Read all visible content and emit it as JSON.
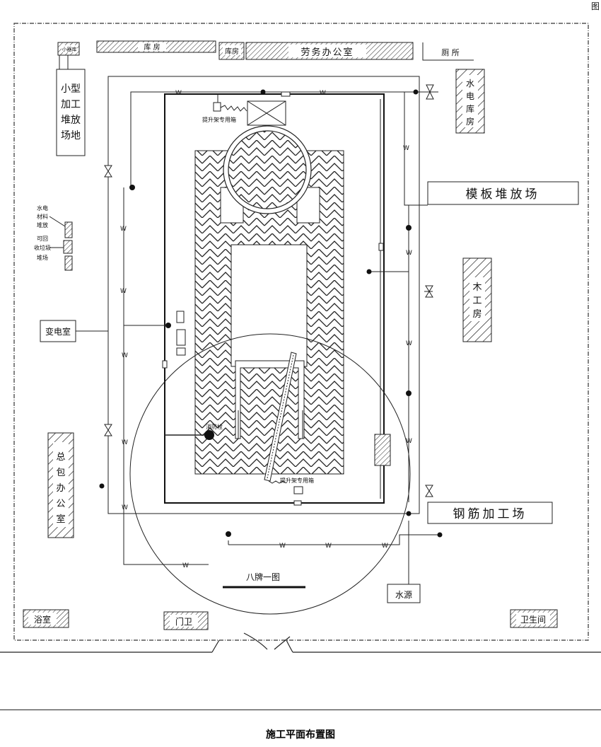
{
  "corner_mark": "图",
  "caption": "施工平面布置图",
  "rooms": {
    "small_storage": "小器库",
    "warehouse_top": "库 房",
    "warehouse_small": "库房",
    "labor_office": "劳务办公室",
    "toilet_top": "厕 所",
    "small_processing": [
      "小型",
      "加工",
      "堆放",
      "场地"
    ],
    "water_elec_warehouse": [
      "水",
      "电",
      "库",
      "房"
    ],
    "formwork_yard": "模板堆放场",
    "woodwork_shop": [
      "木",
      "工",
      "房"
    ],
    "transformer_room": "变电室",
    "gc_office": [
      "总",
      "包",
      "办",
      "公",
      "室"
    ],
    "rebar_yard": "钢筋加工场",
    "water_source": "水源",
    "bath_room": "浴室",
    "gate_guard": "门卫",
    "toilet_bottom": "卫生间",
    "eight_boards": "八牌一图"
  },
  "left_legend": [
    "水电",
    "材料",
    "堆放",
    "可回",
    "收垃圾",
    "堆场"
  ],
  "equipment": {
    "hoist_box_top": "提升架专用箱",
    "hoist_box_bottom": "提升架专用箱",
    "fire_hydrant": "消防栓"
  },
  "water_pipe_symbol": "W"
}
